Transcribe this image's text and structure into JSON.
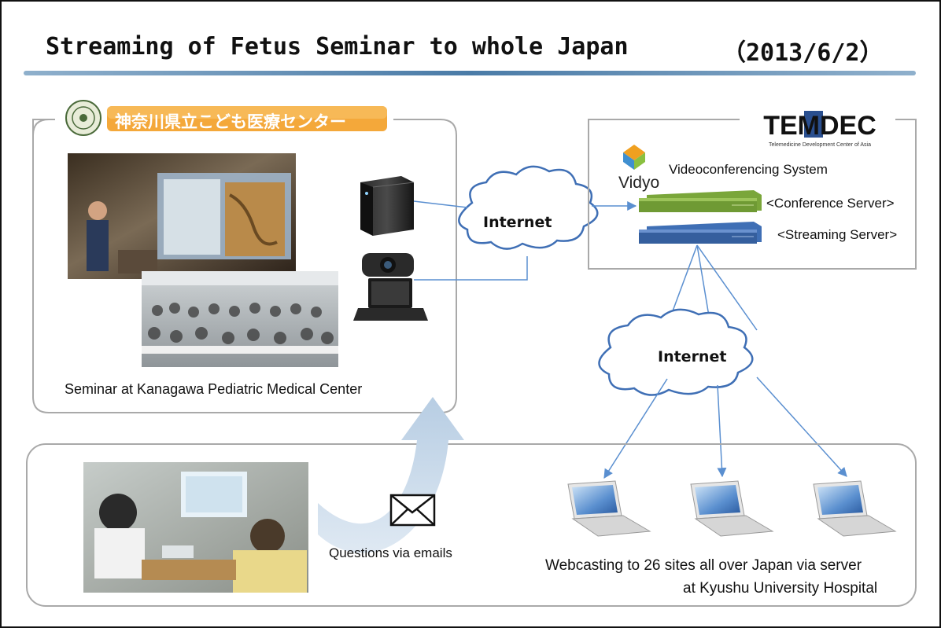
{
  "slide": {
    "title": "Streaming of Fetus Seminar to whole Japan",
    "date": "（2013/6/2）"
  },
  "hospital": {
    "logo_text": "神奈川県立こども医療センター",
    "caption": "Seminar at Kanagawa Pediatric Medical Center"
  },
  "temdec": {
    "logo_text": "TEMDEC",
    "logo_sub": "Telemedicine Development Center of Asia",
    "vidyo_logo": "Vidyo",
    "system_label": "Videoconferencing System",
    "conference_server": "<Conference Server>",
    "streaming_server": "<Streaming Server>"
  },
  "clouds": {
    "top": "Internet",
    "bottom": "Internet"
  },
  "bottom_panel": {
    "questions_label": "Questions via emails",
    "webcast_line1": "Webcasting to 26 sites all over Japan via server",
    "webcast_line2": "at Kyushu University Hospital"
  },
  "colors": {
    "title_rule": "#4a7ba7",
    "arrow_blue": "#5a8fd0",
    "cloud_stroke": "#3f6fb5",
    "conference_server": "#7aa63a",
    "streaming_server": "#3f6fb5",
    "upload_arrow": "#c5d7ea"
  }
}
